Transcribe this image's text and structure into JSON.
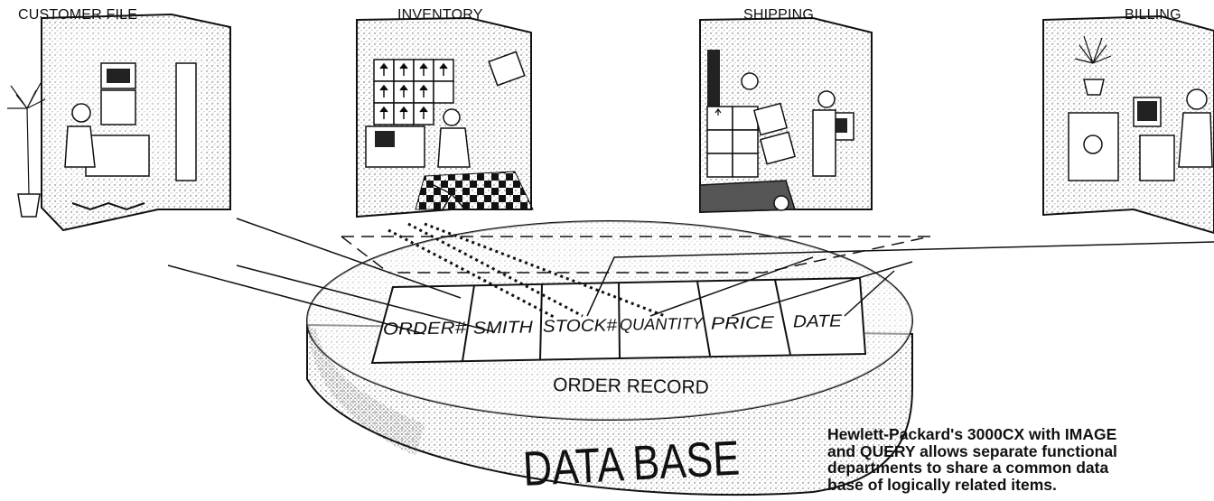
{
  "departments": [
    {
      "label": "CUSTOMER FILE"
    },
    {
      "label": "INVENTORY"
    },
    {
      "label": "SHIPPING"
    },
    {
      "label": "BILLING"
    }
  ],
  "record": {
    "fields": [
      "ORDER#",
      "SMITH",
      "STOCK#",
      "QUANTITY",
      "PRICE",
      "DATE"
    ],
    "label": "ORDER RECORD"
  },
  "database": {
    "label": "DATA BASE"
  },
  "caption": {
    "lines": [
      "Hewlett-Packard's 3000CX with IMAGE",
      "and QUERY allows separate functional",
      "departments to share a common data",
      "base of logically related items."
    ]
  },
  "colors": {
    "ink": "#111111",
    "speckle": "#d9d9d9",
    "paper": "#ffffff"
  }
}
